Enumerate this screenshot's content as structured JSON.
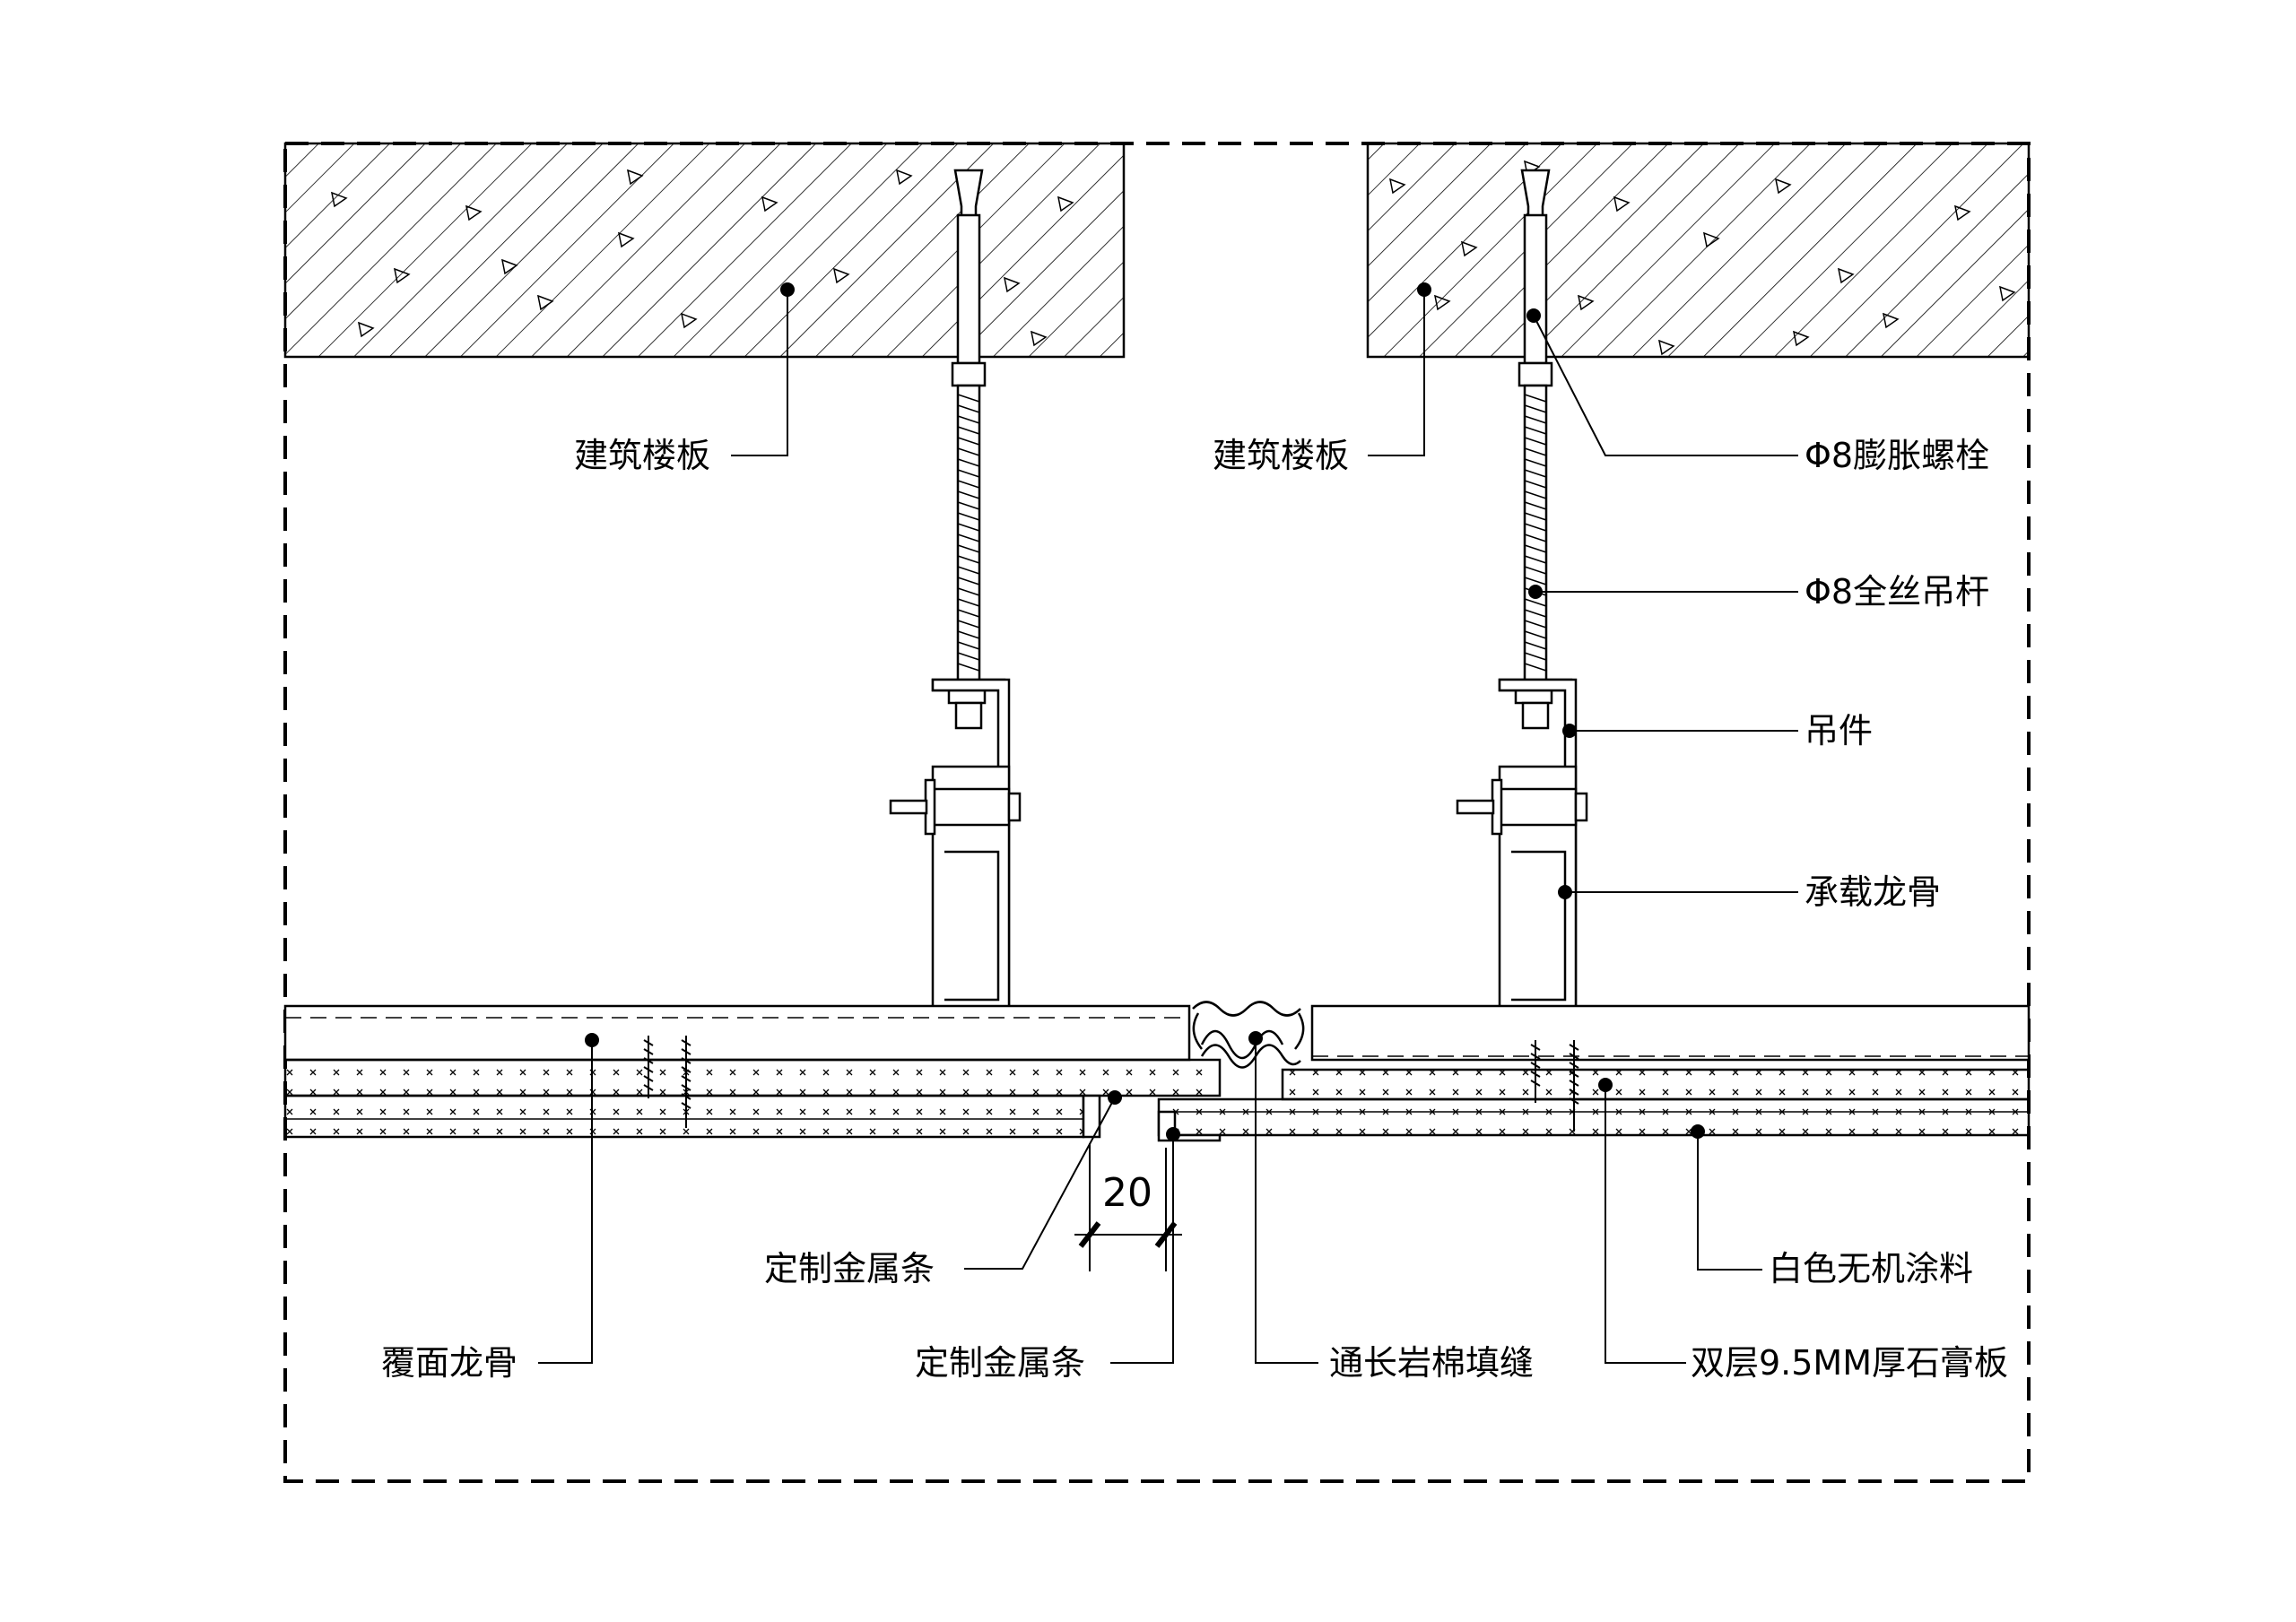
{
  "labels": {
    "slab_left": "建筑楼板",
    "slab_right": "建筑楼板",
    "expansion_bolt": "Φ8膨胀螺栓",
    "threaded_rod": "Φ8全丝吊杆",
    "hanger": "吊件",
    "main_runner": "承载龙骨",
    "cover_stud": "覆面龙骨",
    "metal_strip_upper": "定制金属条",
    "metal_strip_lower": "定制金属条",
    "rock_wool": "通长岩棉填缝",
    "gypsum_board": "双层9.5MM厚石膏板",
    "paint": "白色无机涂料"
  },
  "dimension": {
    "gap": "20"
  }
}
